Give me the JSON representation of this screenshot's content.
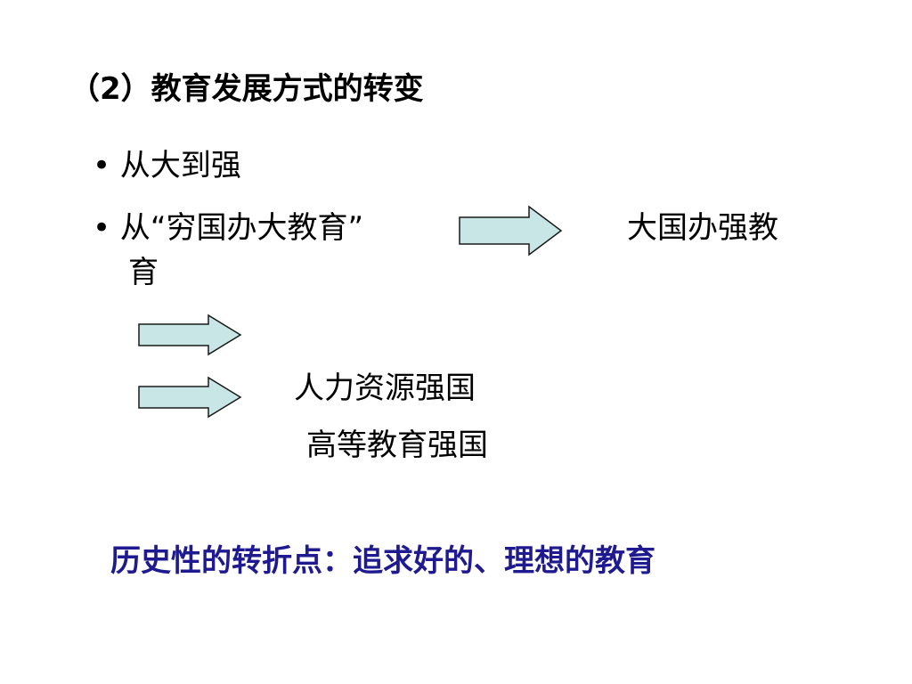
{
  "slide": {
    "title": "（2）教育发展方式的转变",
    "bullets": [
      "• 从大到强",
      "• 从“穷国办大教育”"
    ],
    "bullet2_right": "大国办强教",
    "bullet2_continuation": "育",
    "line_human_resources": "人力资源强国",
    "line_higher_education": "高等教育强国",
    "conclusion": "历史性的转折点：追求好的、理想的教育"
  },
  "colors": {
    "arrow_fill": "#c8e6e6",
    "arrow_stroke": "#1a1a1a",
    "conclusion_text": "#1f1a8f"
  }
}
